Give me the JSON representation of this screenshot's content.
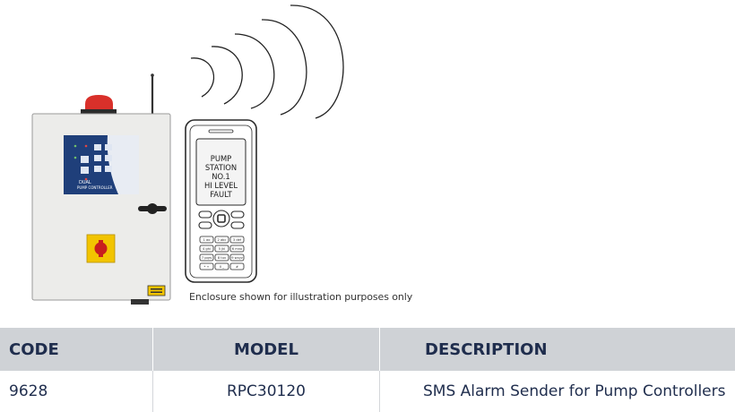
{
  "illustration": {
    "phone_screen_lines": [
      "PUMP",
      "STATION",
      "NO.1",
      "HI LEVEL",
      "FAULT"
    ],
    "panel_label_line1": "DUAL",
    "panel_label_line2": "PUMP CONTROLLER",
    "keypad": [
      "1 ao",
      "2 abc",
      "3 def",
      "4 ghi",
      "5 jkl",
      "6 mno",
      "7 pqrs",
      "8 tuv",
      "9 wxyz",
      "* +",
      "0 _",
      "#"
    ]
  },
  "caption": "Enclosure shown for illustration purposes only",
  "table": {
    "headers": [
      "CODE",
      "MODEL",
      "DESCRIPTION"
    ],
    "rows": [
      [
        "9628",
        "RPC30120",
        "SMS Alarm Sender for Pump Controllers"
      ]
    ]
  },
  "colors": {
    "header_bg": "#cfd2d6",
    "text": "#1f2d4d",
    "beacon": "#d9302a",
    "isolator": "#f2c400",
    "panel_screen": "#1f3f7a"
  }
}
